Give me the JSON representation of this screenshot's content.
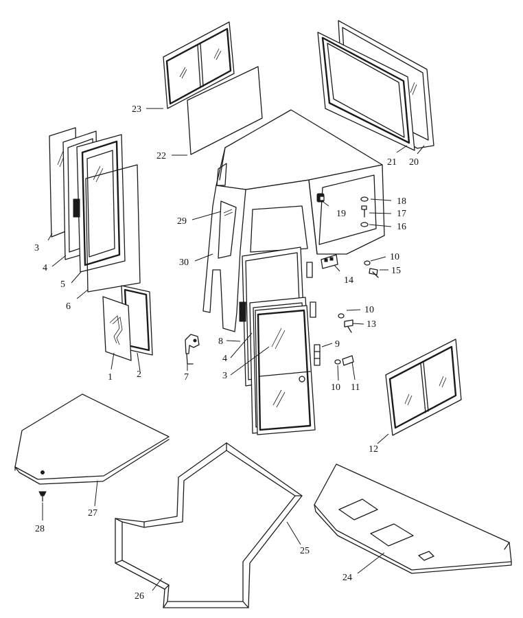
{
  "callouts": [
    {
      "id": "c1",
      "text": "1"
    },
    {
      "id": "c2",
      "text": "2"
    },
    {
      "id": "c3a",
      "text": "3"
    },
    {
      "id": "c3b",
      "text": "3"
    },
    {
      "id": "c4a",
      "text": "4"
    },
    {
      "id": "c4b",
      "text": "4"
    },
    {
      "id": "c5",
      "text": "5"
    },
    {
      "id": "c6",
      "text": "6"
    },
    {
      "id": "c7",
      "text": "7"
    },
    {
      "id": "c8",
      "text": "8"
    },
    {
      "id": "c9",
      "text": "9"
    },
    {
      "id": "c10a",
      "text": "10"
    },
    {
      "id": "c10b",
      "text": "10"
    },
    {
      "id": "c10c",
      "text": "10"
    },
    {
      "id": "c11",
      "text": "11"
    },
    {
      "id": "c12",
      "text": "12"
    },
    {
      "id": "c13",
      "text": "13"
    },
    {
      "id": "c14",
      "text": "14"
    },
    {
      "id": "c15",
      "text": "15"
    },
    {
      "id": "c16",
      "text": "16"
    },
    {
      "id": "c17",
      "text": "17"
    },
    {
      "id": "c18",
      "text": "18"
    },
    {
      "id": "c19",
      "text": "19"
    },
    {
      "id": "c20",
      "text": "20"
    },
    {
      "id": "c21",
      "text": "21"
    },
    {
      "id": "c22",
      "text": "22"
    },
    {
      "id": "c23",
      "text": "23"
    },
    {
      "id": "c24",
      "text": "24"
    },
    {
      "id": "c25",
      "text": "25"
    },
    {
      "id": "c26",
      "text": "26"
    },
    {
      "id": "c27",
      "text": "27"
    },
    {
      "id": "c28",
      "text": "28"
    },
    {
      "id": "c29",
      "text": "29"
    },
    {
      "id": "c30",
      "text": "30"
    }
  ]
}
